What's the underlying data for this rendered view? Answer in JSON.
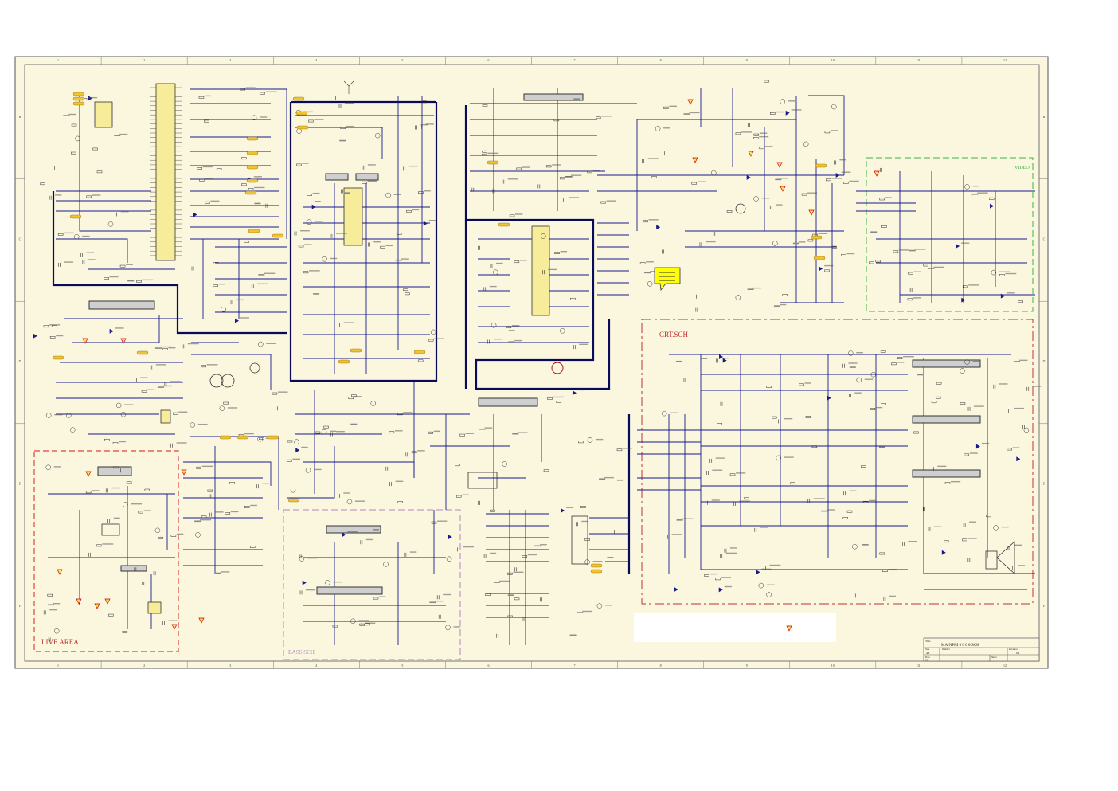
{
  "sheet": {
    "col_numbers": [
      "1",
      "2",
      "3",
      "4",
      "5",
      "6",
      "7",
      "8",
      "9",
      "10",
      "11",
      "12"
    ],
    "row_letters": [
      "B",
      "C",
      "D",
      "E",
      "F"
    ],
    "background": "#fbf7df",
    "wire_color": "#1a1a8c",
    "border_color": "#555555"
  },
  "regions": {
    "crt_label": "CRT.SCH",
    "live_label": "LIVE   AREA",
    "bass_label": "BASS.SCH",
    "video_label": "VIDEO",
    "crt_color": "#c03030",
    "live_color": "#e04040",
    "bass_color": "#b08ac0",
    "video_color": "#3cb043"
  },
  "title_block": {
    "title_caption": "Title",
    "title": "MAINPHI 0 0 0 6-SCH",
    "size_caption": "Size",
    "size": "A3",
    "number_caption": "Number",
    "revision_caption": "Revision",
    "revision": "0.2",
    "date_caption": "Date",
    "sheet_caption": "Sheet",
    "file_caption": "File"
  },
  "note_icon": "note-icon"
}
